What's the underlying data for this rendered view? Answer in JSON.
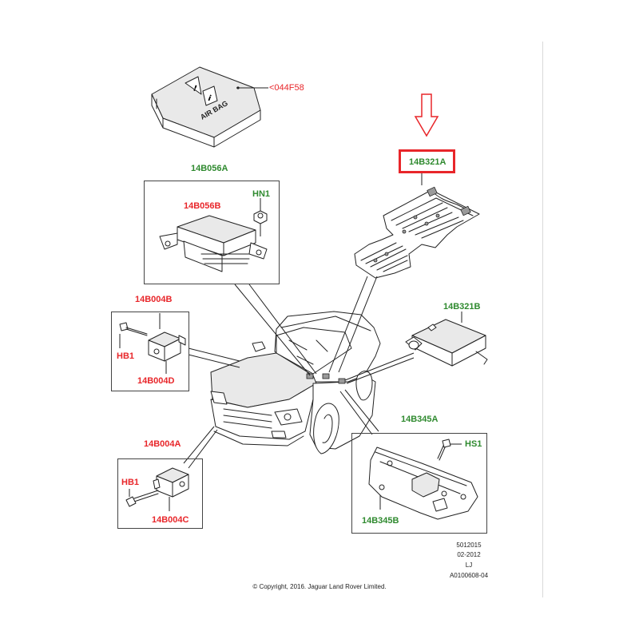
{
  "labels": {
    "airbag_cover_part": "<044F58",
    "airbag_module_assembly": "14B056A",
    "airbag_module": "14B056B",
    "nut": "HN1",
    "occupant_sensor_assembly": "14B321A",
    "occupant_sensor_module": "14B321B",
    "side_sensor_group": "14B004B",
    "side_sensor_bolt": "HB1",
    "side_sensor": "14B004D",
    "front_sensor_group": "14B004A",
    "front_sensor_bolt": "HB1",
    "front_sensor": "14B004C",
    "bracket_assembly": "14B345A",
    "bracket_screw": "HS1",
    "bracket": "14B345B"
  },
  "warning_text": "AIR BAG",
  "meta": {
    "line1": "5012015",
    "line2": "02-2012",
    "line3": "LJ",
    "line4": "A0100608-04"
  },
  "copyright": "© Copyright, 2016. Jaguar Land Rover Limited.",
  "colors": {
    "part_label_red": "#e8262a",
    "assembly_label_green": "#2f8a2f",
    "highlight": "#e8262a",
    "line": "#222222"
  }
}
